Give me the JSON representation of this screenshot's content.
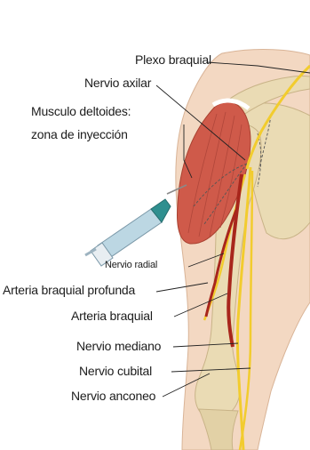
{
  "labels": {
    "plexo_braquial": "Plexo braquial",
    "nervio_axilar": "Nervio axilar",
    "musculo_deltoides_1": "Musculo deltoides:",
    "musculo_deltoides_2": "zona de inyección",
    "nervio_radial": "Nervio radial",
    "arteria_braquial_profunda": "Arteria braquial profunda",
    "arteria_braquial": "Arteria braquial",
    "nervio_mediano": "Nervio mediano",
    "nervio_cubital": "Nervio cubital",
    "nervio_anconeo": "Nervio anconeo"
  },
  "colors": {
    "skin": "#f3d8c2",
    "bone": "#eadbb4",
    "muscle": "#cf5a4a",
    "artery": "#a8261c",
    "nerve": "#f2cc2e",
    "syringe": "#bcd7e3"
  }
}
